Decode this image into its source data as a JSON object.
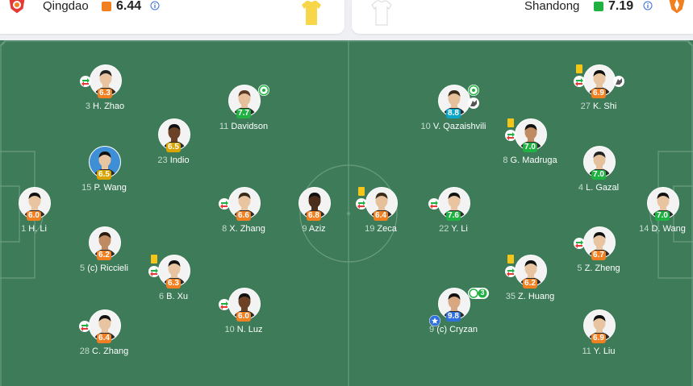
{
  "header": {
    "home": {
      "name": "Qingdao",
      "rating": "6.44",
      "rating_color": "#f08022",
      "kit_color": "#f7d64a",
      "info_icon": "info-icon"
    },
    "away": {
      "name": "Shandong",
      "rating": "7.19",
      "rating_color": "#1fb141",
      "kit_color": "#ffffff",
      "info_icon": "info-icon"
    }
  },
  "colors": {
    "pitch": "#3d7b59",
    "orange": "#f08022",
    "green": "#1fb141",
    "yellow": "#d9a400",
    "teal": "#0aa6c9",
    "blue": "#2f6fde"
  },
  "players": [
    {
      "id": "h-zhao",
      "number": "3",
      "name": "H. Zhao",
      "rating": "6.3",
      "rating_color": "orange",
      "skin": "#e8c4a0",
      "hair": "#222",
      "sub": true
    },
    {
      "id": "davidson",
      "number": "11",
      "name": "Davidson",
      "rating": "7.7",
      "rating_color": "green",
      "skin": "#e6c09a",
      "hair": "#5a3a22",
      "goal": true
    },
    {
      "id": "indio",
      "number": "23",
      "name": "Indio",
      "rating": "6.5",
      "rating_color": "yellow",
      "skin": "#6b4226",
      "hair": "#111"
    },
    {
      "id": "p-wang",
      "number": "15",
      "name": "P. Wang",
      "rating": "6.5",
      "rating_color": "yellow",
      "skin": "#e8c4a0",
      "hair": "#111",
      "bg": "#3e8fd6"
    },
    {
      "id": "h-li",
      "number": "1",
      "name": "H. Li",
      "rating": "6.0",
      "rating_color": "orange",
      "skin": "#e8c4a0",
      "hair": "#111"
    },
    {
      "id": "x-zhang",
      "number": "8",
      "name": "X. Zhang",
      "rating": "6.6",
      "rating_color": "orange",
      "skin": "#e8c4a0",
      "hair": "#3a2a1a",
      "sub": true
    },
    {
      "id": "aziz",
      "number": "9",
      "name": "Aziz",
      "rating": "6.8",
      "rating_color": "orange",
      "skin": "#4b2e1c",
      "hair": "#111"
    },
    {
      "id": "riccieli",
      "number": "5",
      "name": "(c) Riccieli",
      "rating": "6.2",
      "rating_color": "orange",
      "skin": "#c08a62",
      "hair": "#2a1a10"
    },
    {
      "id": "b-xu",
      "number": "6",
      "name": "B. Xu",
      "rating": "6.3",
      "rating_color": "orange",
      "skin": "#e8c4a0",
      "hair": "#111",
      "sub": true,
      "yellow": true
    },
    {
      "id": "n-luz",
      "number": "10",
      "name": "N. Luz",
      "rating": "6.0",
      "rating_color": "orange",
      "skin": "#6b4226",
      "hair": "#111",
      "sub": true
    },
    {
      "id": "c-zhang",
      "number": "28",
      "name": "C. Zhang",
      "rating": "6.4",
      "rating_color": "orange",
      "skin": "#e8c4a0",
      "hair": "#111",
      "sub": true
    },
    {
      "id": "zeca",
      "number": "19",
      "name": "Zeca",
      "rating": "6.4",
      "rating_color": "orange",
      "skin": "#e6c09a",
      "hair": "#3a2a1a",
      "sub": true,
      "yellow": true
    },
    {
      "id": "v-qazaishvili",
      "number": "10",
      "name": "V. Qazaishvili",
      "rating": "8.8",
      "rating_color": "teal",
      "skin": "#e6c09a",
      "hair": "#3a2a1a",
      "goal": true,
      "assist": true
    },
    {
      "id": "k-shi",
      "number": "27",
      "name": "K. Shi",
      "rating": "6.9",
      "rating_color": "orange",
      "skin": "#e8c4a0",
      "hair": "#111",
      "sub": true,
      "assist": true,
      "yellow": true
    },
    {
      "id": "g-madruga",
      "number": "8",
      "name": "G. Madruga",
      "rating": "7.0",
      "rating_color": "green",
      "skin": "#c08a62",
      "hair": "#111",
      "sub": true,
      "yellow": true
    },
    {
      "id": "l-gazal",
      "number": "4",
      "name": "L. Gazal",
      "rating": "7.0",
      "rating_color": "green",
      "skin": "#e6c09a",
      "hair": "#222"
    },
    {
      "id": "y-li",
      "number": "22",
      "name": "Y. Li",
      "rating": "7.6",
      "rating_color": "green",
      "skin": "#e8c4a0",
      "hair": "#111",
      "sub": true
    },
    {
      "id": "d-wang",
      "number": "14",
      "name": "D. Wang",
      "rating": "7.0",
      "rating_color": "green",
      "skin": "#e8c4a0",
      "hair": "#111"
    },
    {
      "id": "z-zheng",
      "number": "5",
      "name": "Z. Zheng",
      "rating": "6.7",
      "rating_color": "orange",
      "skin": "#e8c4a0",
      "hair": "#111",
      "sub": true
    },
    {
      "id": "z-huang",
      "number": "35",
      "name": "Z. Huang",
      "rating": "6.2",
      "rating_color": "orange",
      "skin": "#e8c4a0",
      "hair": "#111",
      "sub": true,
      "yellow": true
    },
    {
      "id": "cryzan",
      "number": "9",
      "name": "(c) Cryzan",
      "rating": "9.8",
      "rating_color": "blue",
      "skin": "#d8a882",
      "hair": "#111",
      "goals_count": "3",
      "motm": true
    },
    {
      "id": "y-liu",
      "number": "11",
      "name": "Y. Liu",
      "rating": "6.9",
      "rating_color": "orange",
      "skin": "#e8c4a0",
      "hair": "#111"
    }
  ]
}
